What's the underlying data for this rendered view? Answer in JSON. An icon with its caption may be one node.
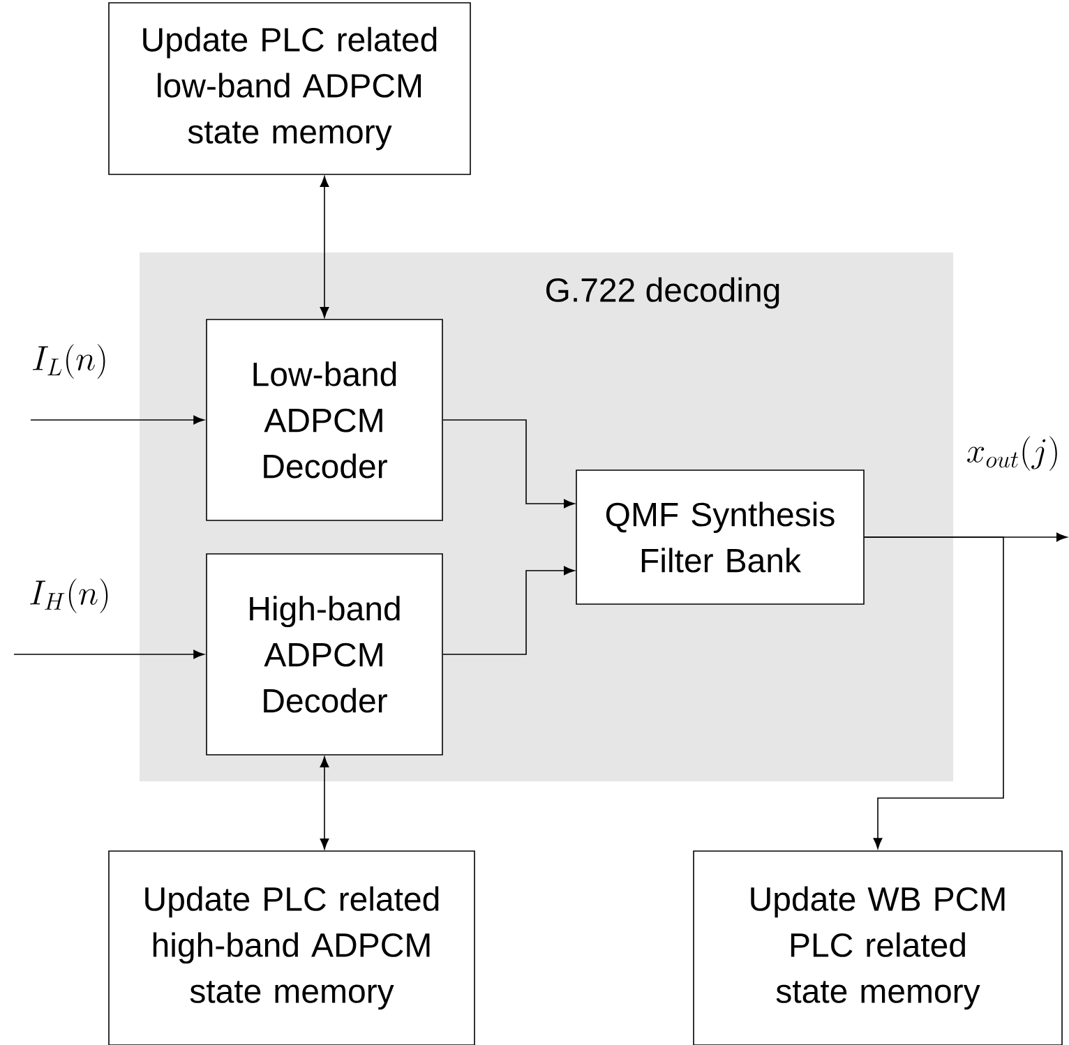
{
  "diagram": {
    "nodes": [
      {
        "text": [
          "Update PLC related low-band ADPCM state memory"
        ]
      },
      {
        "text": [
          "G.722 decoding"
        ]
      },
      {
        "text": [
          "Low-band ADPCM Decoder"
        ],
        "in": 1
      },
      {
        "text": [
          "High-band ADPCM Decoder"
        ],
        "in": 1
      },
      {
        "text": [
          "QMF Synthesis Filter Bank"
        ],
        "in": 1
      },
      {
        "text": [
          "Update PLC related high-band ADPCM state memory"
        ]
      },
      {
        "text": [
          "Update WB PCM PLC related state memory"
        ]
      }
    ],
    "edges": [
      {
        "from": 0,
        "to": 2,
        "arrow": "both"
      },
      {
        "from": null,
        "to": 2,
        "arrow": "to",
        "label": "I_L(n)"
      },
      {
        "from": null,
        "to": 3,
        "arrow": "to",
        "label": "I_H(n)"
      },
      {
        "from": 2,
        "to": 4,
        "arrow": "to"
      },
      {
        "from": 3,
        "to": 4,
        "arrow": "to"
      },
      {
        "from": 4,
        "to": null,
        "arrow": "to",
        "label": "x_{out}(j)"
      },
      {
        "from": 4,
        "to": 6,
        "arrow": "to"
      },
      {
        "from": 3,
        "to": 5,
        "arrow": "both"
      }
    ]
  }
}
